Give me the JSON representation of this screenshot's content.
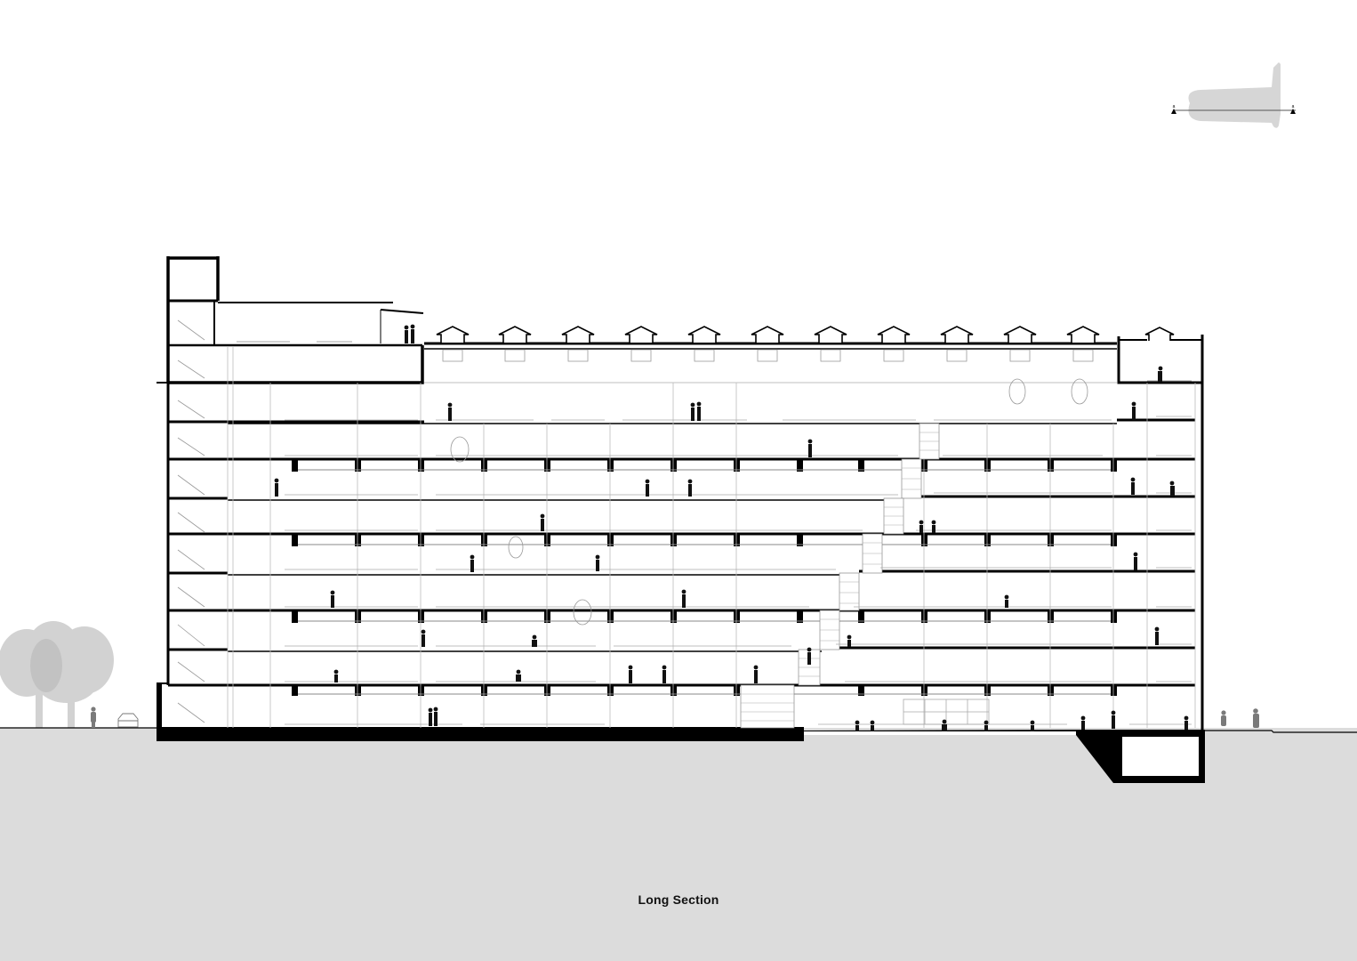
{
  "caption": "Long Section",
  "key_plan": {
    "marker_left": "a",
    "marker_right": "a",
    "fill": "#d6d6d6",
    "line": "#555555"
  },
  "colors": {
    "ink": "#000000",
    "thin_line": "#9a9a9a",
    "ground": "#dcdcdc",
    "context_grey": "#c9c9c9",
    "person": "#111111",
    "person_context": "#7a7a7a"
  },
  "building": {
    "floors": 9,
    "roof_lanterns": 11,
    "floor_levels_y": [
      430,
      474,
      516,
      560,
      600,
      644,
      686,
      730,
      772,
      818
    ]
  }
}
